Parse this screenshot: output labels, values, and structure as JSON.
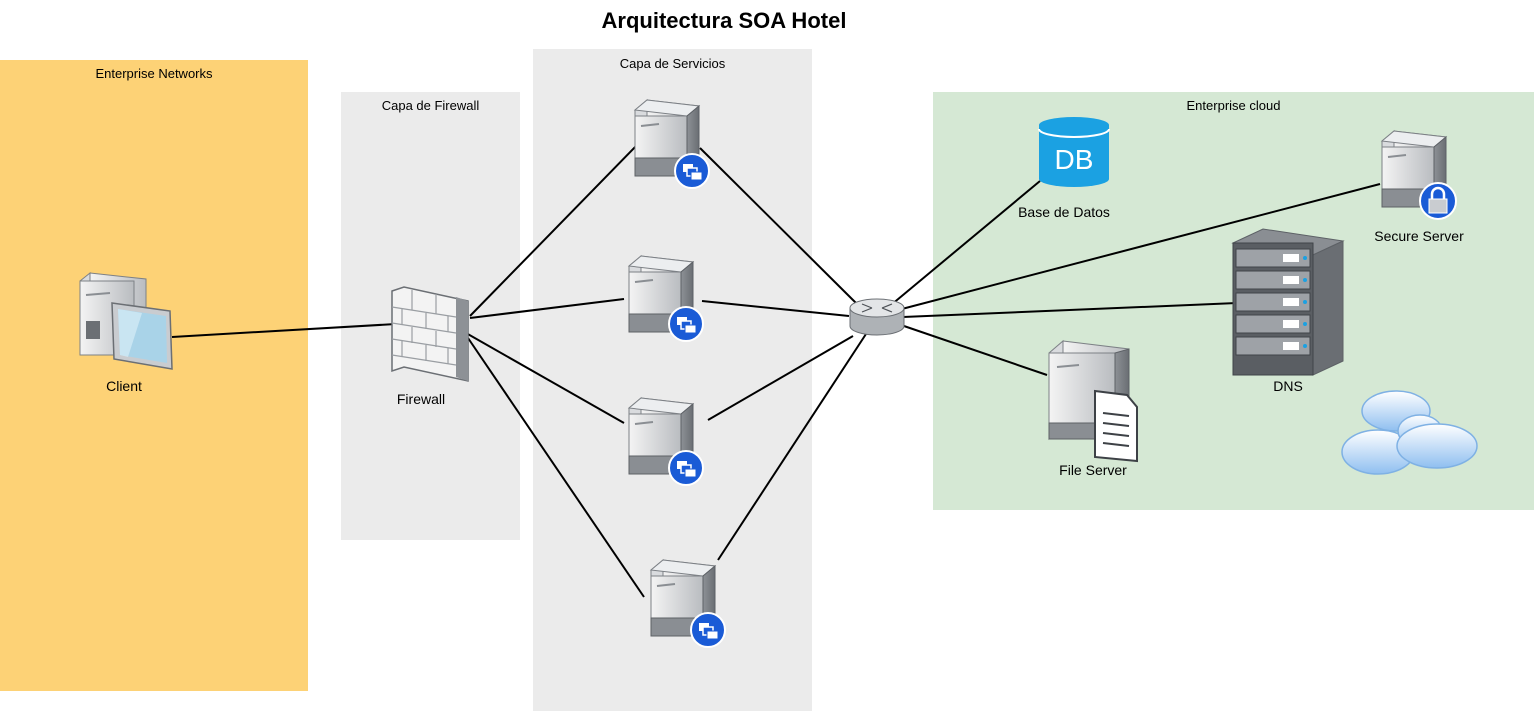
{
  "title": "Arquitectura SOA Hotel",
  "zones": {
    "enterprise_networks": "Enterprise Networks",
    "firewall_layer": "Capa de Firewall",
    "services_layer": "Capa de Servicios",
    "enterprise_cloud": "Enterprise cloud"
  },
  "nodes": {
    "client": "Client",
    "firewall": "Firewall",
    "database": "Base de Datos",
    "db_icon_text": "DB",
    "secure_server": "Secure Server",
    "dns": "DNS",
    "file_server": "File Server"
  },
  "colors": {
    "enterprise_networks": "#FDD276",
    "layer_gray": "#EBEBEB",
    "enterprise_cloud": "#D5E8D4",
    "database": "#1BA1E2",
    "service_badge": "#1A5BD6"
  }
}
